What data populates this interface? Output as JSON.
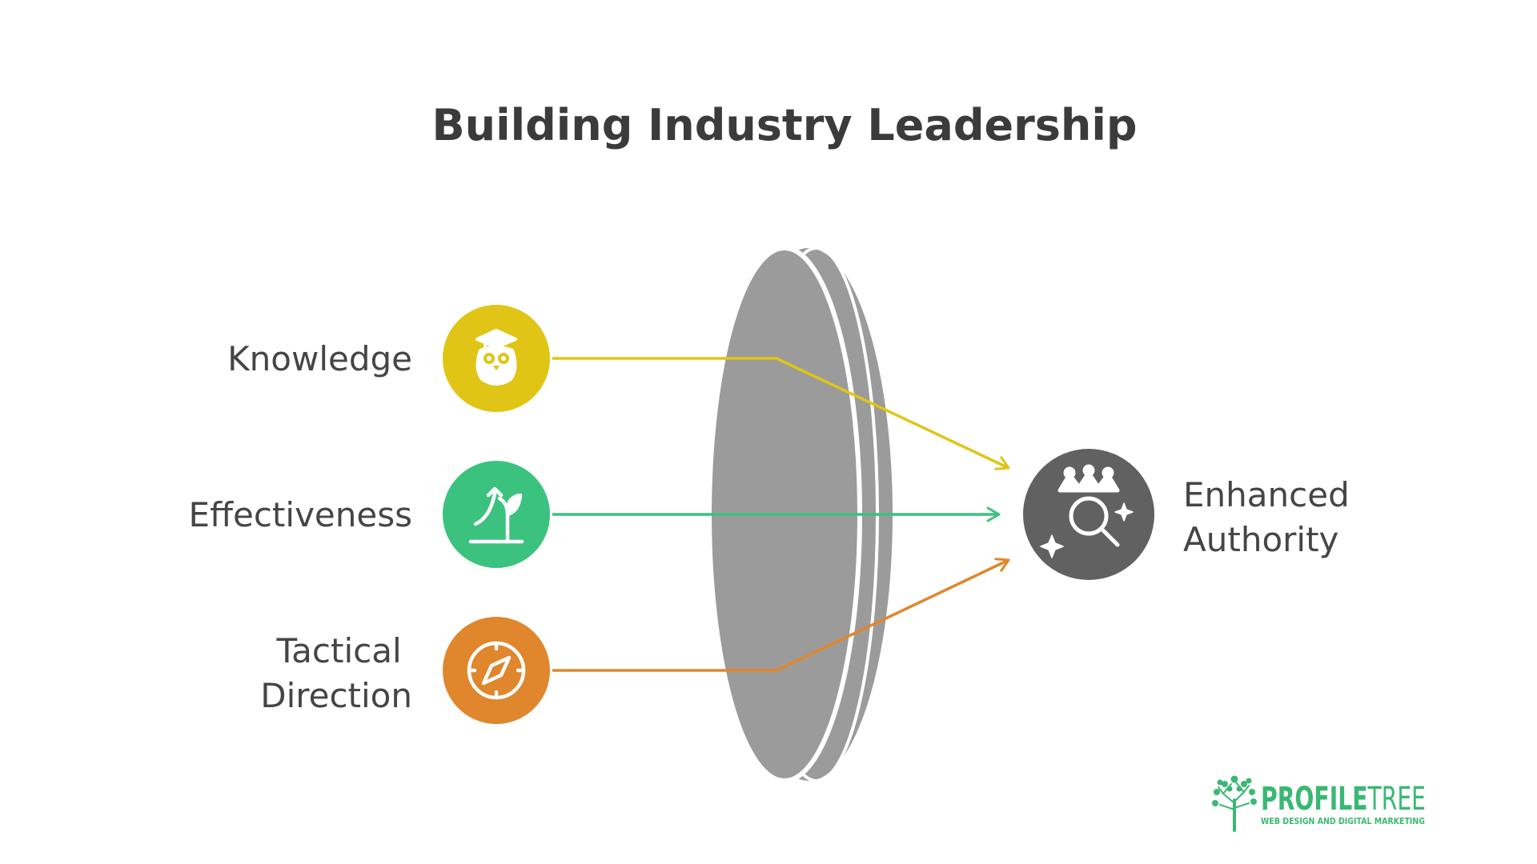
{
  "title": "Building Industry Leadership",
  "inputs": [
    {
      "label_lines": [
        "Knowledge"
      ],
      "icon": "owl-graduation-cap-icon",
      "color": "#e0c516"
    },
    {
      "label_lines": [
        "Effectiveness"
      ],
      "icon": "growing-plant-arrow-icon",
      "color": "#3cc27f"
    },
    {
      "label_lines": [
        "Tactical",
        "Direction"
      ],
      "icon": "compass-icon",
      "color": "#e0862d"
    }
  ],
  "lens": {
    "color": "#9b9b9b"
  },
  "output": {
    "label_lines": [
      "Enhanced",
      "Authority"
    ],
    "icon": "crown-magnifier-icon",
    "color": "#616161"
  },
  "logo": {
    "name_bold": "PROFILE",
    "name_light": "TREE",
    "tagline": "WEB DESIGN AND DIGITAL MARKETING",
    "color": "#3ab873",
    "icon": "tree-logo-icon"
  }
}
